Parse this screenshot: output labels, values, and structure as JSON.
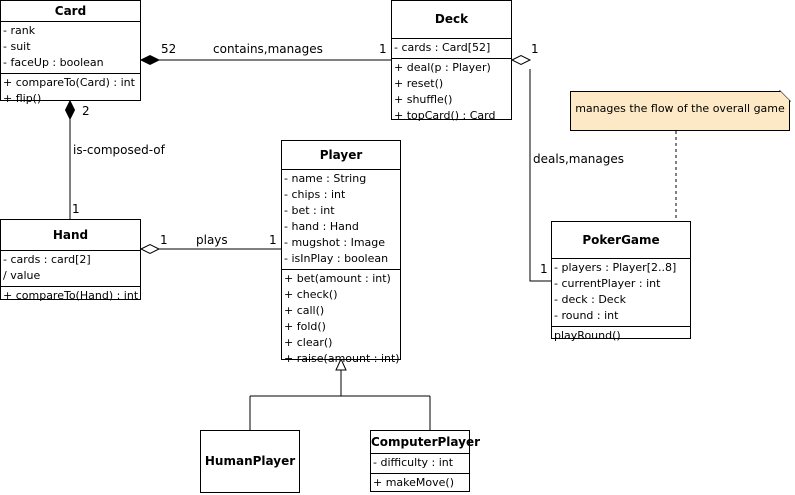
{
  "classes": {
    "card": {
      "name": "Card",
      "attributes": [
        "- rank",
        "- suit",
        "- faceUp : boolean"
      ],
      "operations": [
        "+ compareTo(Card) : int",
        "+ flip()"
      ]
    },
    "deck": {
      "name": "Deck",
      "attributes": [
        "- cards : Card[52]"
      ],
      "operations": [
        "+ deal(p : Player)",
        "+ reset()",
        "+ shuffle()",
        "+ topCard() : Card"
      ]
    },
    "player": {
      "name": "Player",
      "attributes": [
        "- name : String",
        "- chips : int",
        "- bet : int",
        "- hand : Hand",
        "- mugshot : Image",
        "- isInPlay : boolean"
      ],
      "operations": [
        "+ bet(amount : int)",
        "+ check()",
        "+ call()",
        "+ fold()",
        "+ clear()",
        "+ raise(amount : int)"
      ]
    },
    "hand": {
      "name": "Hand",
      "attributes": [
        "- cards : card[2]",
        "/ value"
      ],
      "operations": [
        "+ compareTo(Hand) : int"
      ]
    },
    "pokergame": {
      "name": "PokerGame",
      "attributes": [
        "- players : Player[2..8]",
        "- currentPlayer : int",
        "- deck : Deck",
        "- round : int"
      ],
      "operations": [
        "playRound()"
      ]
    },
    "humanplayer": {
      "name": "HumanPlayer"
    },
    "computerplayer": {
      "name": "ComputerPlayer",
      "attributes": [
        "- difficulty : int"
      ],
      "operations": [
        "+ makeMove()"
      ]
    }
  },
  "note": {
    "text": "manages the flow of the overall game",
    "color": "#fde9c5"
  },
  "associations": {
    "card_deck": {
      "label": "contains,manages",
      "mult_card": "52",
      "mult_deck": "1"
    },
    "card_hand": {
      "label": "is-composed-of",
      "mult_card": "2",
      "mult_hand": "1"
    },
    "hand_player": {
      "label": "plays",
      "mult_hand": "1",
      "mult_player": "1"
    },
    "deck_poker": {
      "label": "deals,manages",
      "mult_deck": "1",
      "mult_poker": "1"
    }
  }
}
